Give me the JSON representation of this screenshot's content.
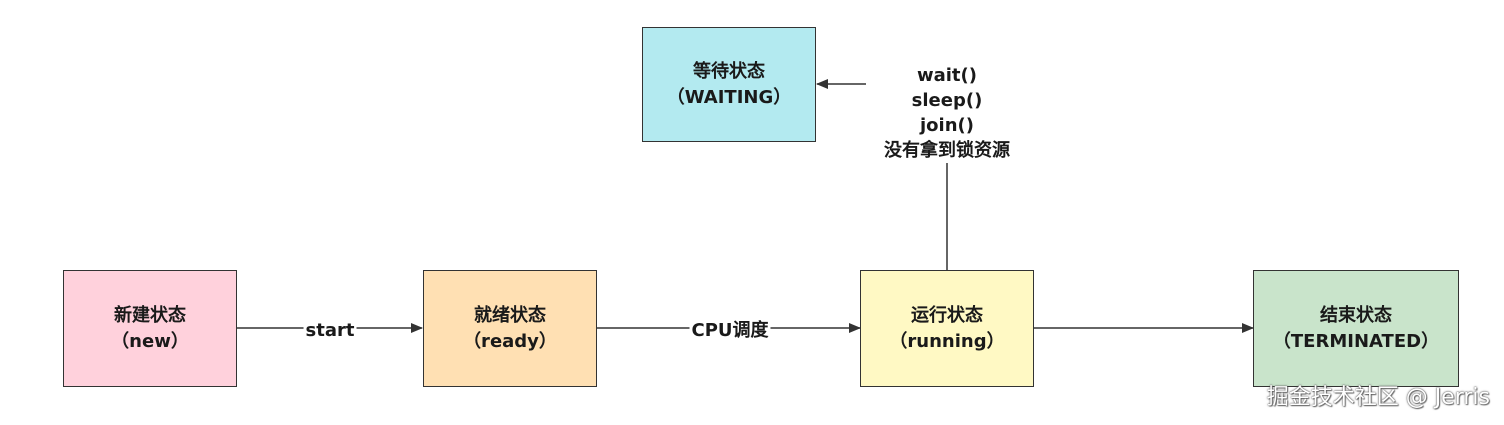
{
  "nodes": {
    "new": {
      "title": "新建状态",
      "subtitle": "（new）",
      "fill": "#ffd1dc"
    },
    "ready": {
      "title": "就绪状态",
      "subtitle": "（ready）",
      "fill": "#ffe0b3"
    },
    "running": {
      "title": "运行状态",
      "subtitle": "（running）",
      "fill": "#fff9c4"
    },
    "terminated": {
      "title": "结束状态",
      "subtitle": "（TERMINATED）",
      "fill": "#c9e4cb"
    },
    "waiting": {
      "title": "等待状态",
      "subtitle": "（WAITING）",
      "fill": "#b3eaf0"
    }
  },
  "edges": {
    "new_to_ready": "start",
    "ready_to_running": "CPU调度",
    "running_to_waiting": [
      "wait()",
      "sleep()",
      "join()",
      "没有拿到锁资源"
    ]
  },
  "watermark": "掘金技术社区 @ Jerris",
  "colors": {
    "border": "#333333",
    "arrow": "#333333"
  }
}
